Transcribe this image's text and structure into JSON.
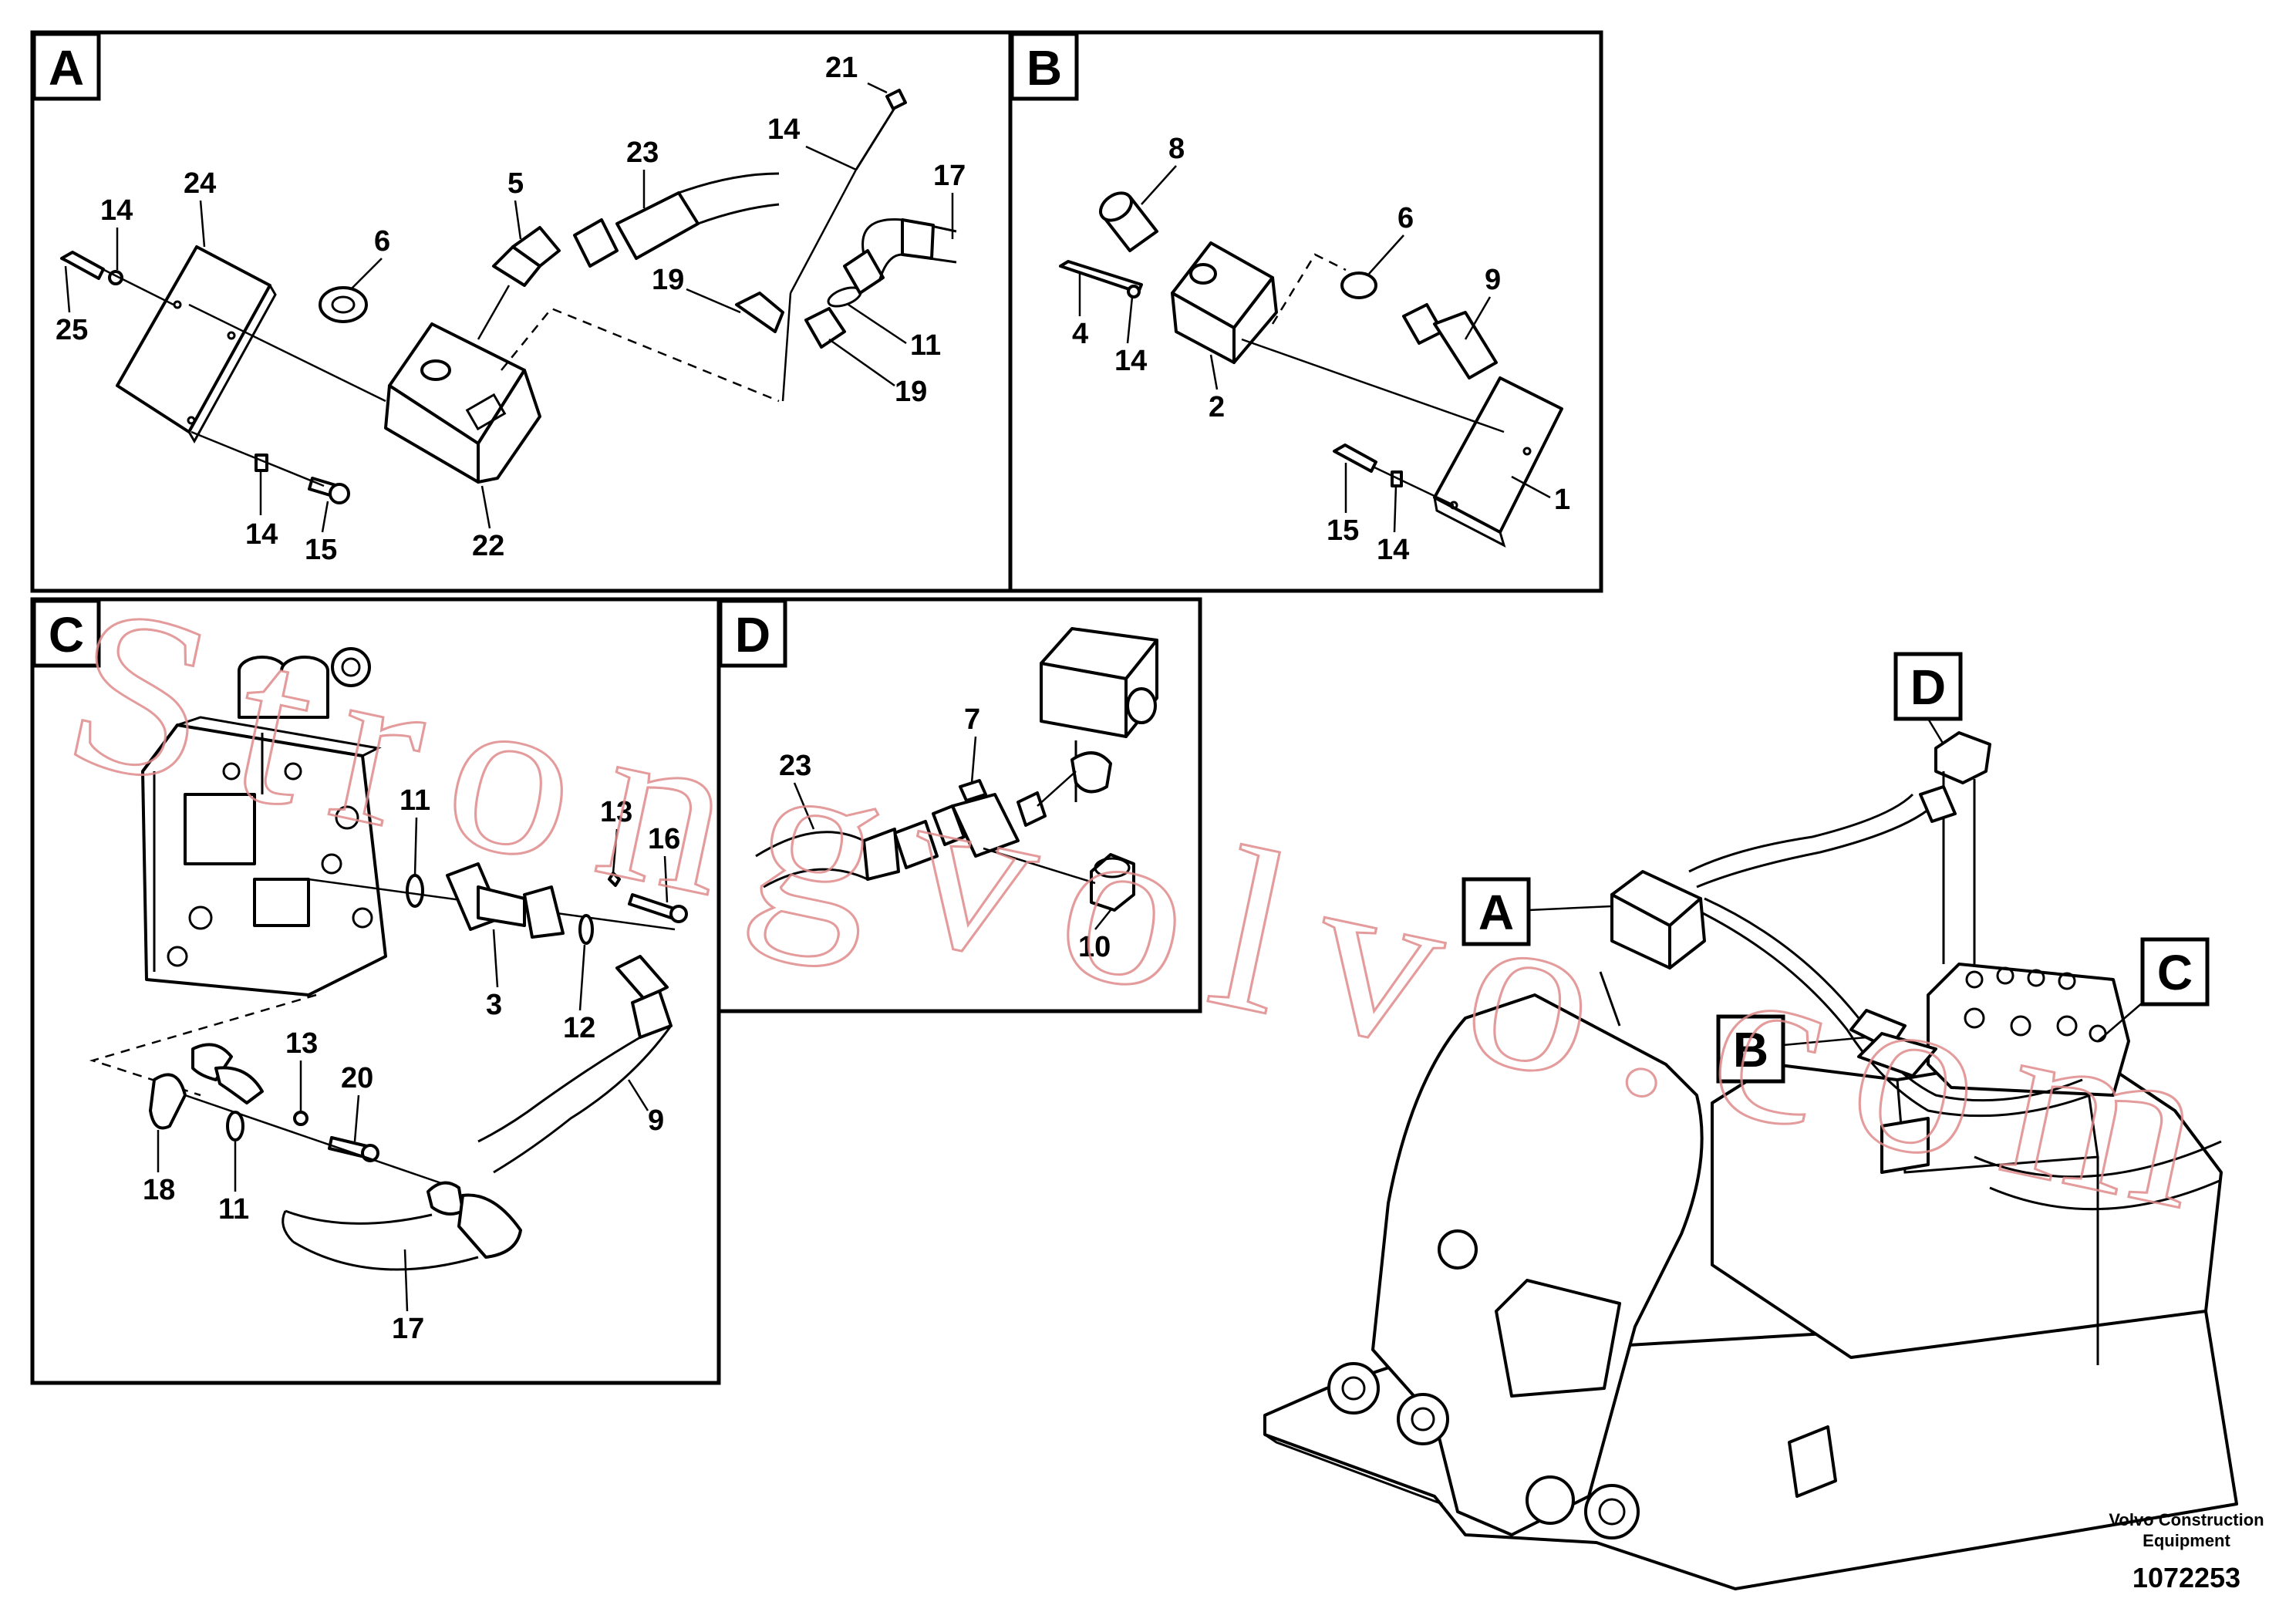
{
  "panels": {
    "A": {
      "tag": "A",
      "callouts": [
        "21",
        "14",
        "23",
        "17",
        "24",
        "14",
        "5",
        "6",
        "19",
        "25",
        "11",
        "19",
        "14",
        "15",
        "22"
      ]
    },
    "B": {
      "tag": "B",
      "callouts": [
        "8",
        "6",
        "9",
        "4",
        "14",
        "2",
        "15",
        "14",
        "1"
      ]
    },
    "C": {
      "tag": "C",
      "callouts": [
        "11",
        "13",
        "16",
        "3",
        "12",
        "9",
        "13",
        "20",
        "18",
        "11",
        "17"
      ]
    },
    "D": {
      "tag": "D",
      "callouts": [
        "7",
        "23",
        "10"
      ]
    }
  },
  "overview": {
    "tags": [
      "D",
      "A",
      "C",
      "B"
    ]
  },
  "watermark": "Strongvolvo.com",
  "footer": {
    "brand_line1": "Volvo Construction",
    "brand_line2": "Equipment",
    "ref_number": "1072253"
  }
}
